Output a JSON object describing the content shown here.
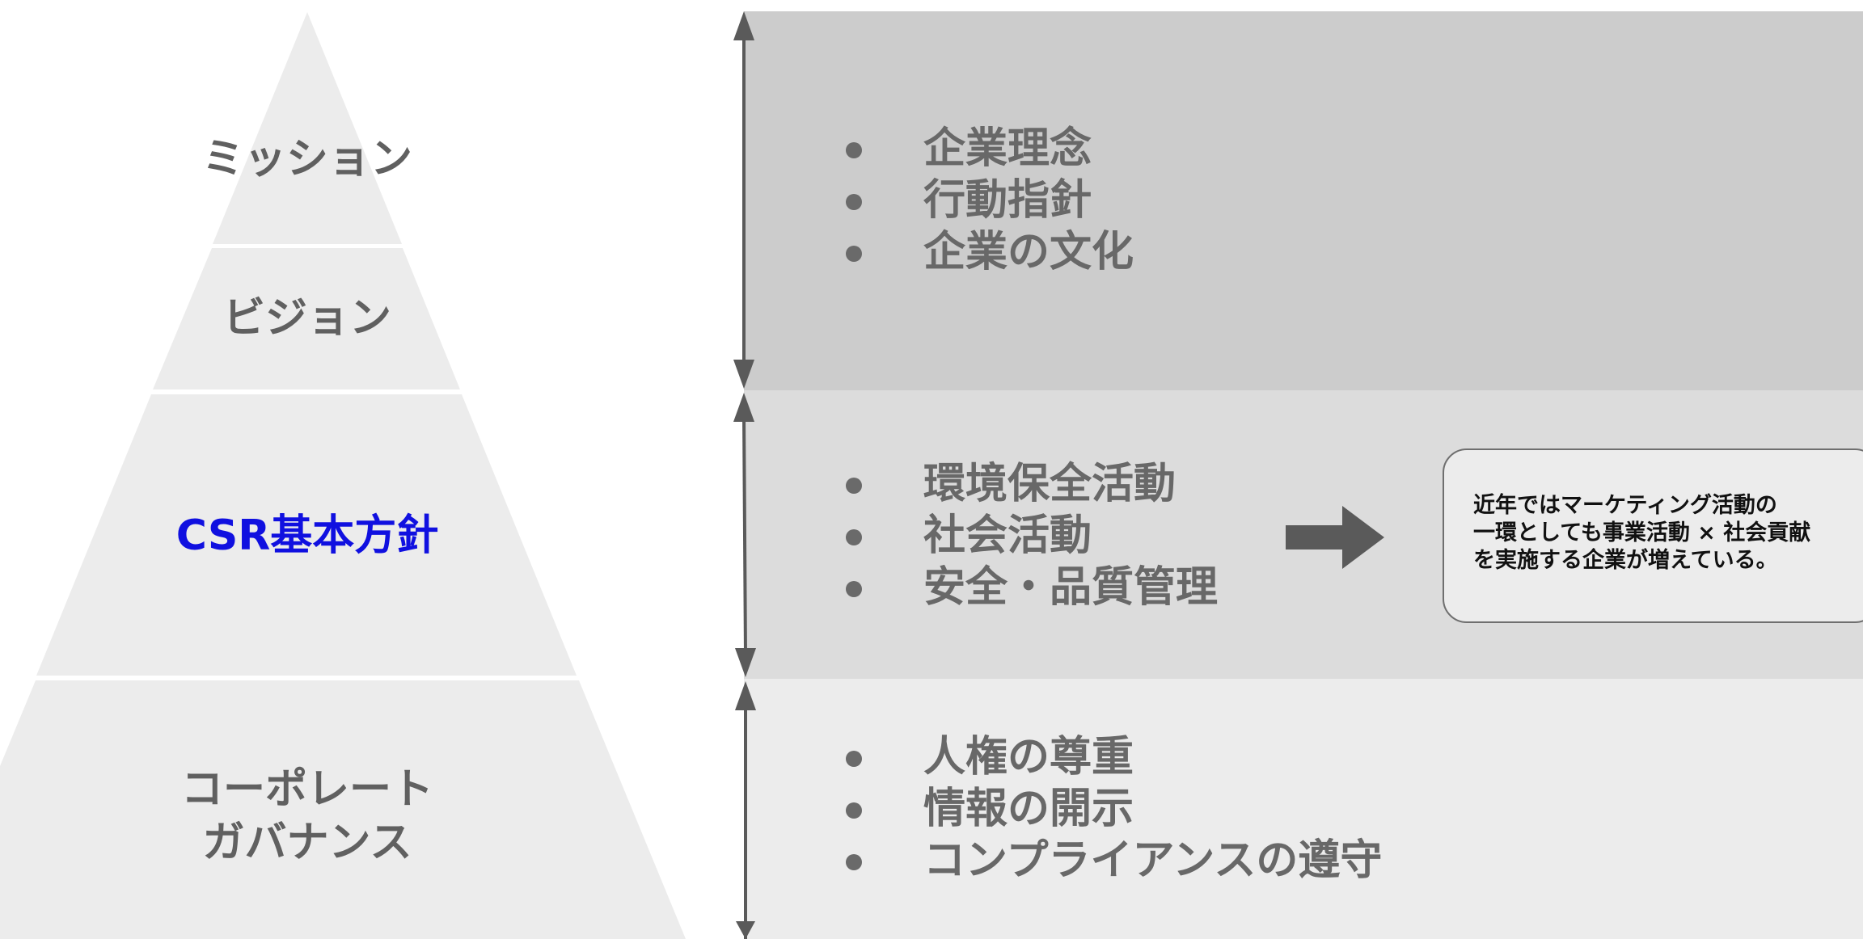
{
  "pyramid": {
    "tiers": [
      {
        "id": "mission",
        "label": "ミッション"
      },
      {
        "id": "vision",
        "label": "ビジョン"
      },
      {
        "id": "csr",
        "label": "CSR基本方針"
      },
      {
        "id": "governance",
        "label": "コーポレート\nガバナンス"
      }
    ]
  },
  "details": {
    "sections": [
      {
        "id": "mission",
        "items": [
          "企業理念",
          "行動指針",
          "企業の文化"
        ]
      },
      {
        "id": "csr",
        "items": [
          "環境保全活動",
          "社会活動",
          "安全・品質管理"
        ]
      },
      {
        "id": "governance",
        "items": [
          "人権の尊重",
          "情報の開示",
          "コンプライアンスの遵守"
        ]
      }
    ]
  },
  "note": {
    "text": "近年ではマーケティング活動の\n一環としても事業活動 × 社会貢献\nを実施する企業が増えている。"
  },
  "colors": {
    "pyramid_fill": "#ececec",
    "band_dark": "#cccccc",
    "band_mid": "#dcdcdc",
    "band_light": "#ececec",
    "label_gray": "#606060",
    "label_highlight": "#1010e0",
    "arrow": "#5a5a5a"
  }
}
